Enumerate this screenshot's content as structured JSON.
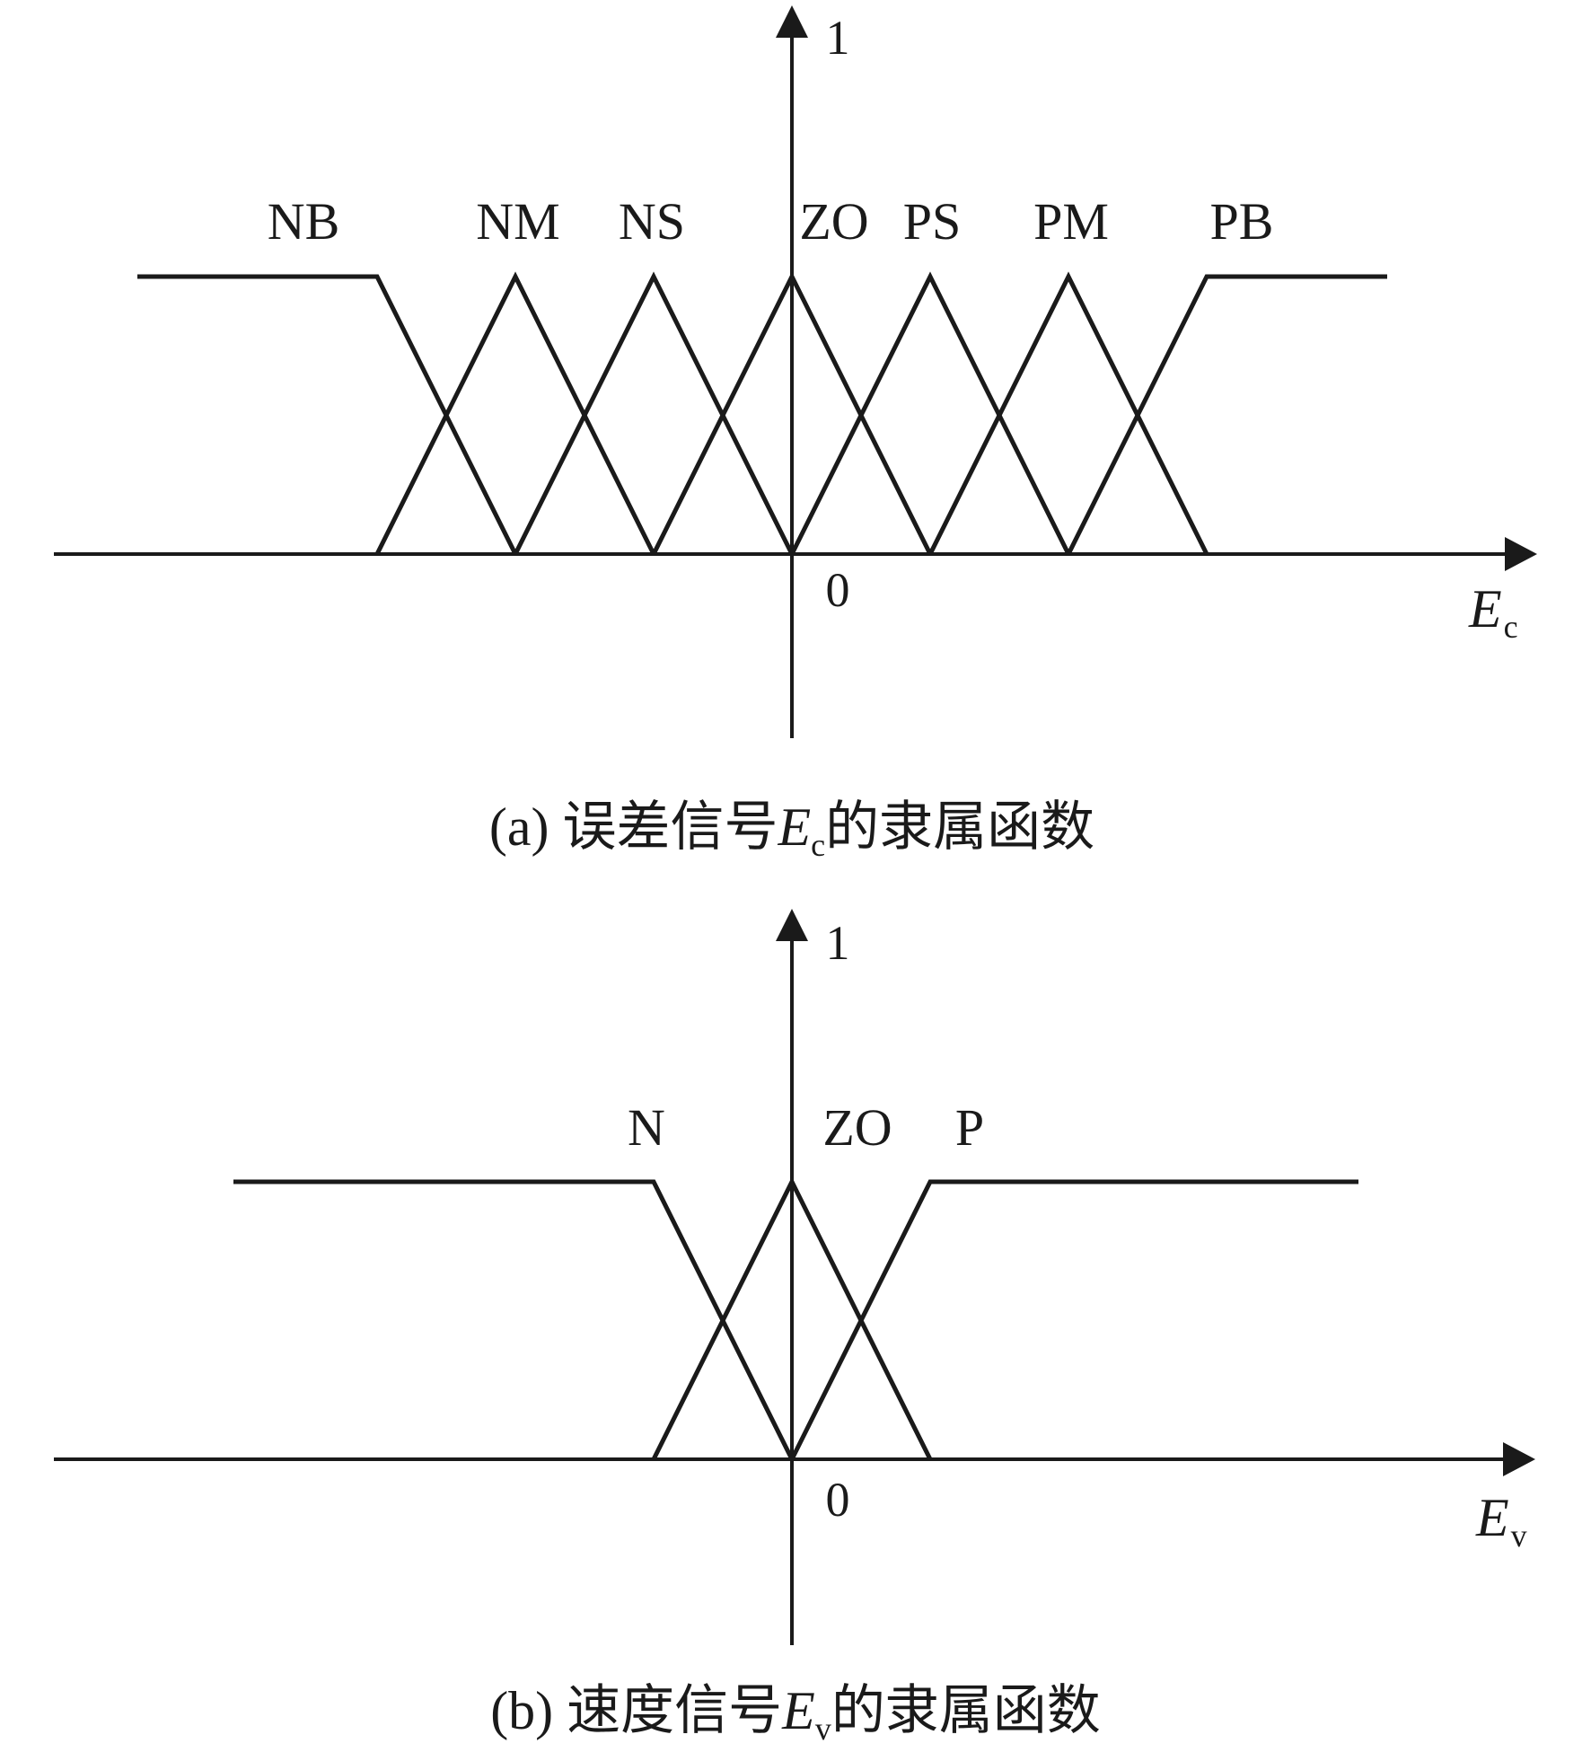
{
  "panels": [
    {
      "id": "a",
      "y_tick_top": "1",
      "origin_label": "0",
      "axis_var": "E",
      "axis_sub": "c",
      "caption": {
        "prefix": "(a) 误差信号",
        "var": "E",
        "sub": "c",
        "suffix": "的隶属函数"
      },
      "sets": [
        {
          "name": "NB",
          "shape": "left-shoulder",
          "points": [
            [
              -3,
              1
            ],
            [
              -2,
              0
            ]
          ]
        },
        {
          "name": "NM",
          "shape": "triangle",
          "points": [
            [
              -3,
              0
            ],
            [
              -2,
              1
            ],
            [
              -1,
              0
            ]
          ]
        },
        {
          "name": "NS",
          "shape": "triangle",
          "points": [
            [
              -2,
              0
            ],
            [
              -1,
              1
            ],
            [
              0,
              0
            ]
          ]
        },
        {
          "name": "ZO",
          "shape": "triangle",
          "points": [
            [
              -1,
              0
            ],
            [
              0,
              1
            ],
            [
              1,
              0
            ]
          ]
        },
        {
          "name": "PS",
          "shape": "triangle",
          "points": [
            [
              0,
              0
            ],
            [
              1,
              1
            ],
            [
              2,
              0
            ]
          ]
        },
        {
          "name": "PM",
          "shape": "triangle",
          "points": [
            [
              1,
              0
            ],
            [
              2,
              1
            ],
            [
              3,
              0
            ]
          ]
        },
        {
          "name": "PB",
          "shape": "right-shoulder",
          "points": [
            [
              2,
              0
            ],
            [
              3,
              1
            ]
          ]
        }
      ]
    },
    {
      "id": "b",
      "y_tick_top": "1",
      "origin_label": "0",
      "axis_var": "E",
      "axis_sub": "v",
      "caption": {
        "prefix": "(b) 速度信号",
        "var": "E",
        "sub": "v",
        "suffix": "的隶属函数"
      },
      "sets": [
        {
          "name": "N",
          "shape": "left-shoulder",
          "points": [
            [
              -1,
              1
            ],
            [
              0,
              0
            ]
          ]
        },
        {
          "name": "ZO",
          "shape": "triangle",
          "points": [
            [
              -1,
              0
            ],
            [
              0,
              1
            ],
            [
              1,
              0
            ]
          ]
        },
        {
          "name": "P",
          "shape": "right-shoulder",
          "points": [
            [
              0,
              0
            ],
            [
              1,
              1
            ]
          ]
        }
      ]
    }
  ]
}
